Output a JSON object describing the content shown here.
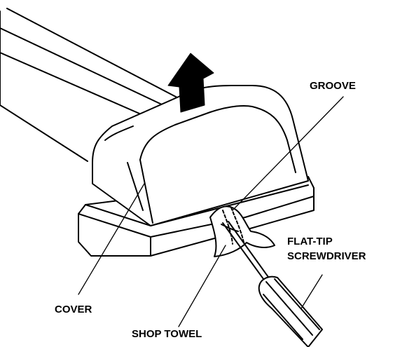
{
  "diagram": {
    "subject": "cover removal with flat-tip screwdriver",
    "line_color": "#000000",
    "fill_color": "#ffffff",
    "arrow_color": "#000000",
    "callouts": {
      "groove": "GROOVE",
      "flat_tip_line1": "FLAT-TIP",
      "flat_tip_line2": "SCREWDRIVER",
      "cover": "COVER",
      "shop_towel": "SHOP TOWEL"
    }
  }
}
